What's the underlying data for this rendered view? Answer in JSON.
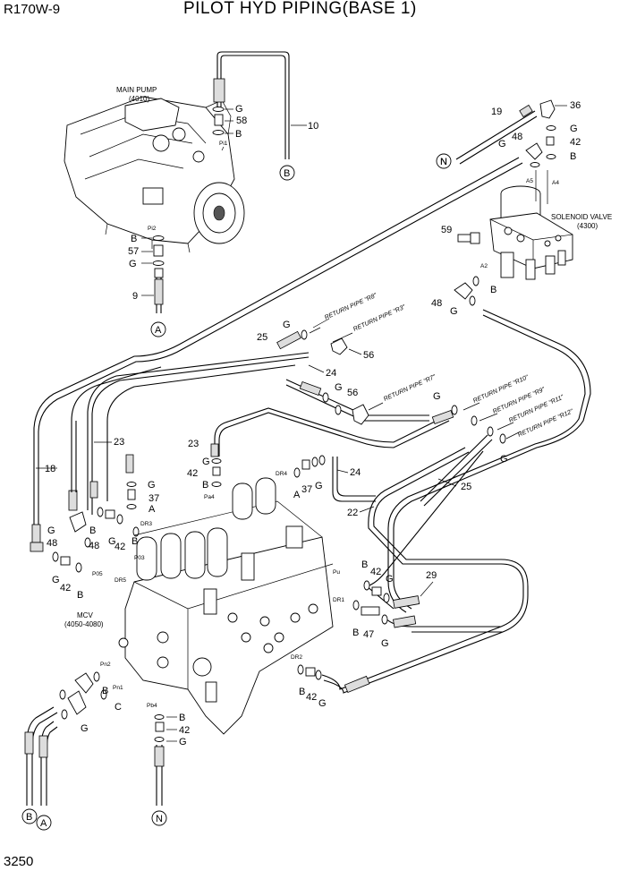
{
  "header": {
    "model": "R170W-9",
    "title": "PILOT HYD PIPING(BASE 1)"
  },
  "page_number": "3250",
  "components": {
    "main_pump": {
      "name": "MAIN PUMP",
      "code": "(4010)",
      "port1": "Pi1",
      "port2": "Pi2"
    },
    "solenoid_valve": {
      "name": "SOLENOID VALVE",
      "code": "(4300)",
      "port_a5": "A5",
      "port_a4": "A4",
      "port_a2": "A2"
    },
    "mcv": {
      "name": "MCV",
      "code": "(4050-4080)"
    }
  },
  "ports": [
    "Pa4",
    "DR4",
    "DR3",
    "P03",
    "P05",
    "DR5",
    "Pu",
    "DR1",
    "DR2",
    "Pn2",
    "Pn1",
    "Pb4"
  ],
  "connectors": [
    "A",
    "B",
    "N"
  ],
  "return_pipes": [
    "RETURN PIPE \"R8\"",
    "RETURN PIPE \"R3\"",
    "RETURN PIPE \"R7\"",
    "RETURN PIPE \"R10\"",
    "RETURN PIPE \"R9\"",
    "RETURN PIPE \"R11\"",
    "RETURN PIPE \"R12\""
  ],
  "callouts": {
    "n10": "10",
    "n19": "19",
    "n36": "36",
    "n58": "58",
    "n42": "42",
    "n48": "48",
    "n59": "59",
    "n57": "57",
    "n9": "9",
    "n25": "25",
    "n56": "56",
    "n24": "24",
    "n23": "23",
    "n18": "18",
    "n37": "37",
    "n22": "22",
    "n29": "29",
    "n47": "47",
    "g": "G",
    "b": "B",
    "a": "A",
    "c": "C"
  }
}
